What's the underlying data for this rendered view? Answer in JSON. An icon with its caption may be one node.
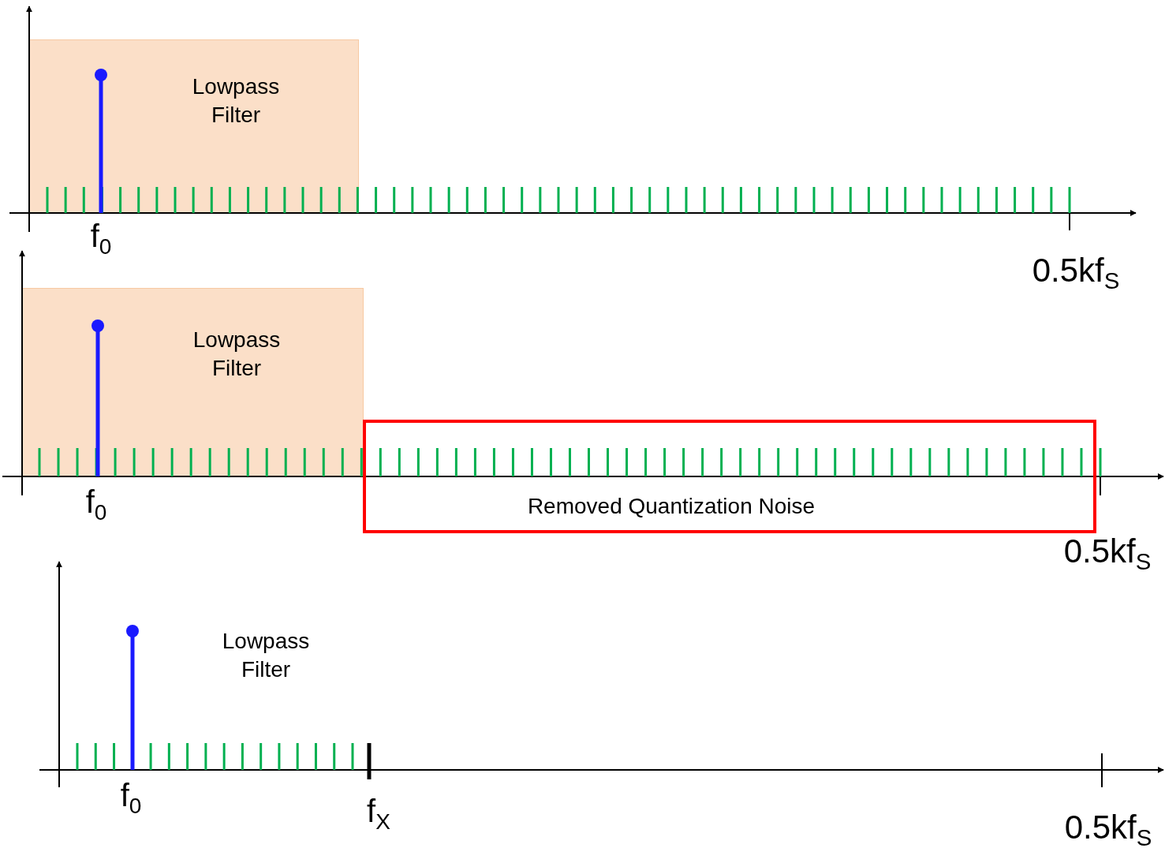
{
  "diagram": {
    "nodes": [
      {
        "text": [
          "Lowpass Filter"
        ]
      },
      {
        "text": [
          "Lowpass Filter"
        ]
      },
      {
        "text": [
          "Removed Quantization Noise"
        ]
      }
    ],
    "labels": [
      "f$_{0}$",
      "0.5kf$_{S}$",
      "f$_{0}$",
      "0.5kf$_{S}$",
      "Lowpass Filter",
      "f$_{0}$",
      "f$_{X}$",
      "0.5kf$_{S}$"
    ]
  }
}
